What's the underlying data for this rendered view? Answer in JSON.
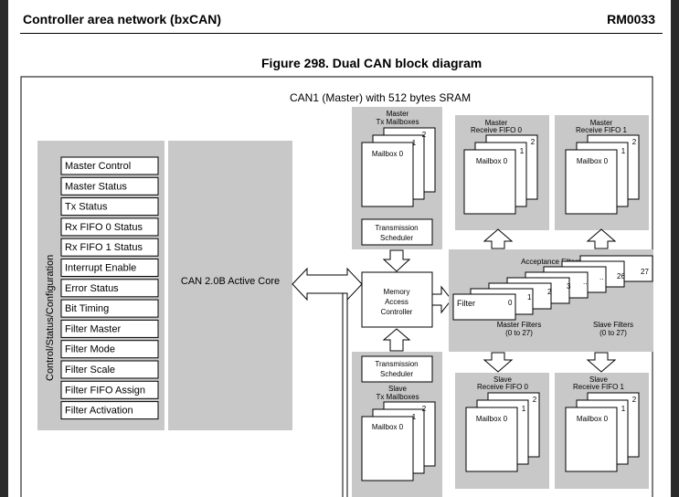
{
  "header": {
    "left": "Controller area network (bxCAN)",
    "right": "RM0033"
  },
  "figure_title": "Figure 298. Dual CAN block diagram",
  "can1_label": "CAN1 (Master) with 512 bytes SRAM",
  "side_label": "Control/Status/Configuration",
  "registers": [
    "Master Control",
    "Master Status",
    "Tx Status",
    "Rx FIFO 0 Status",
    "Rx FIFO 1 Status",
    "Interrupt Enable",
    "Error Status",
    "Bit Timing",
    "Filter Master",
    "Filter Mode",
    "Filter Scale",
    "Filter FIFO Assign",
    "Filter Activation"
  ],
  "core_label": "CAN 2.0B Active Core",
  "master_tx": {
    "title1": "Master",
    "title2": "Tx Mailboxes",
    "mailbox": "Mailbox 0",
    "num1": "1",
    "num2": "2",
    "scheduler1": "Transmission",
    "scheduler2": "Scheduler"
  },
  "mac": {
    "l1": "Memory",
    "l2": "Access",
    "l3": "Controller"
  },
  "slave_tx": {
    "scheduler1": "Transmission",
    "scheduler2": "Scheduler",
    "title1": "Slave",
    "title2": "Tx Mailboxes",
    "mailbox": "Mailbox 0",
    "num1": "1",
    "num2": "2"
  },
  "master_fifo0": {
    "title1": "Master",
    "title2": "Receive FIFO 0",
    "mailbox": "Mailbox 0",
    "num1": "1",
    "num2": "2"
  },
  "master_fifo1": {
    "title1": "Master",
    "title2": "Receive FIFO 1",
    "mailbox": "Mailbox 0",
    "num1": "1",
    "num2": "2"
  },
  "slave_fifo0": {
    "title1": "Slave",
    "title2": "Receive FIFO 0",
    "mailbox": "Mailbox 0",
    "num1": "1",
    "num2": "2"
  },
  "slave_fifo1": {
    "title1": "Slave",
    "title2": "Receive FIFO 1",
    "mailbox": "Mailbox 0",
    "num1": "1",
    "num2": "2"
  },
  "filters": {
    "title": "Acceptance Filters",
    "filter_label": "Filter",
    "numbers": [
      "0",
      "1",
      "2",
      "3",
      "..",
      "..",
      "26",
      "27"
    ],
    "master1": "Master Filters",
    "master2": "(0 to 27)",
    "slave1": "Slave Filters",
    "slave2": "(0 to 27)"
  },
  "colors": {
    "gray": "#c8c8c8",
    "page": "#ffffff",
    "frame": "#2b2b2b"
  }
}
